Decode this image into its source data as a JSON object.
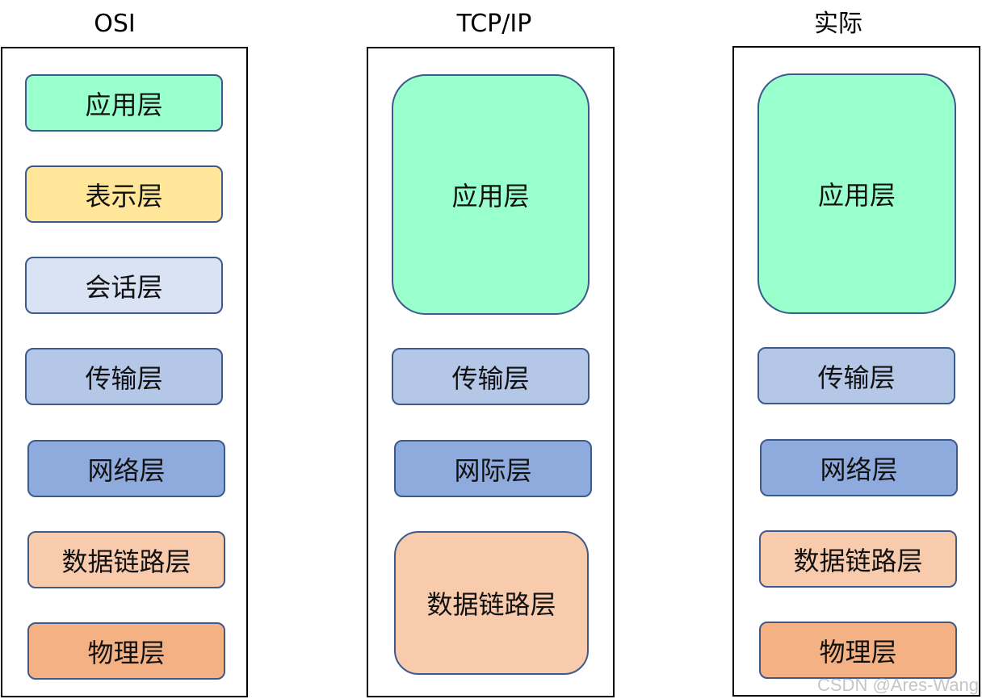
{
  "colors": {
    "application": "#99ffcc",
    "presentation": "#ffe699",
    "session": "#dae3f3",
    "transport": "#b4c7e7",
    "network": "#8faadc",
    "datalink": "#f8cbad",
    "physical": "#f4b183",
    "border": "#3d5a8c"
  },
  "columns": [
    {
      "title": "OSI",
      "layers": [
        {
          "label": "应用层",
          "color": "#99ffcc"
        },
        {
          "label": "表示层",
          "color": "#ffe699"
        },
        {
          "label": "会话层",
          "color": "#dae3f3"
        },
        {
          "label": "传输层",
          "color": "#b4c7e7"
        },
        {
          "label": "网络层",
          "color": "#8faadc"
        },
        {
          "label": "数据链路层",
          "color": "#f8cbad"
        },
        {
          "label": "物理层",
          "color": "#f4b183"
        }
      ]
    },
    {
      "title": "TCP/IP",
      "layers": [
        {
          "label": "应用层",
          "color": "#99ffcc"
        },
        {
          "label": "传输层",
          "color": "#b4c7e7"
        },
        {
          "label": "网际层",
          "color": "#8faadc"
        },
        {
          "label": "数据链路层",
          "color": "#f8cbad"
        }
      ]
    },
    {
      "title": "实际",
      "layers": [
        {
          "label": "应用层",
          "color": "#99ffcc"
        },
        {
          "label": "传输层",
          "color": "#b4c7e7"
        },
        {
          "label": "网络层",
          "color": "#8faadc"
        },
        {
          "label": "数据链路层",
          "color": "#f8cbad"
        },
        {
          "label": "物理层",
          "color": "#f4b183"
        }
      ]
    }
  ],
  "watermark": "CSDN @Ares-Wang"
}
